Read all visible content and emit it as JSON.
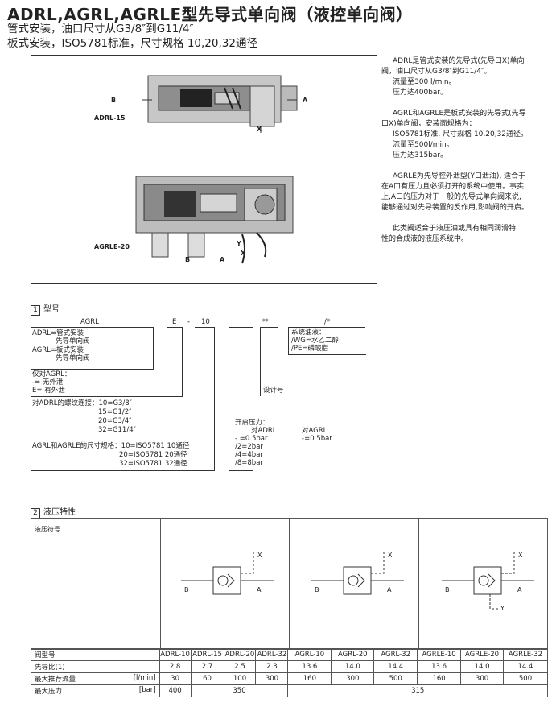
{
  "header": {
    "title": "ADRL,AGRL,AGRLE型先导式单向阀（液控单向阀）",
    "line1": "管式安装，油口尺寸从G3/8″到G11/4″",
    "line2": "板式安装，ISO5781标准，尺寸规格 10,20,32通径"
  },
  "figure": {
    "top_label": "ADRL-15",
    "bottom_label": "AGRLE-20",
    "port_b": "B",
    "port_a": "A",
    "port_x": "X",
    "port_y": "Y"
  },
  "description": {
    "p1": [
      "ADRL是管式安装的先导式(先导口X)单向",
      "阀，油口尺寸从G3/8″到G11/4″。",
      "流量至300 l/min。",
      "压力达400bar。"
    ],
    "p2": [
      "AGRL和AGRLE是板式安装的先导式(先导",
      "口X)单向阀，安装面规格为：",
      "ISO5781标准, 尺寸规格 10,20,32通径。",
      "流量至500l/min。",
      "压力达315bar。"
    ],
    "p3": [
      "AGRLE为先导腔外泄型(Y口泄油), 适合于",
      "在A口有压力且必须打开的系统中使用。事实",
      "上,A口的压力对于一般的先导式单向阀来说,",
      "能够通过对先导装置的反作用,影响阀的开启。"
    ],
    "p4": [
      "此类阀适合于液压油或具有相同润滑特",
      "性的合成液的液压系统中。"
    ]
  },
  "section1": {
    "num": "1",
    "title": "型号",
    "code_model": "AGRL",
    "code_e": "E",
    "code_dash": "-",
    "code_size": "10",
    "code_stars": "**",
    "code_slash": "/*",
    "model_lines": [
      "ADRL=管式安装",
      "先导单向阀",
      "AGRL=板式安装",
      "先导单向阀"
    ],
    "drain_lines": [
      "仅对AGRL：",
      "-= 无外泄",
      "E= 有外泄"
    ],
    "thread_lines": [
      "对ADRL的螺纹连接：10=G3/8″",
      "15=G1/2″",
      "20=G3/4″",
      "32=G11/4″"
    ],
    "size_lines": [
      "AGRL和AGRLE的尺寸规格：10=ISO5781 10通径",
      "20=ISO5781 20通径",
      "32=ISO5781 32通径"
    ],
    "seal_lines": [
      "系统油液：",
      "/WG=水乙二醇",
      "/PE=磷酸脂"
    ],
    "design_label": "设计号",
    "pressure_lines": [
      "开启压力：",
      "对ADRL",
      "对AGRL",
      "- =0.5bar",
      "-=0.5bar",
      "/2=2bar",
      "/4=4bar",
      "/8=8bar"
    ]
  },
  "section2": {
    "num": "2",
    "title": "液压特性",
    "symbol_label": "液压符号",
    "sym_b": "B",
    "sym_a": "A",
    "sym_x": "X",
    "sym_y": "Y",
    "row_labels": [
      "阀型号",
      "先导比(1)",
      "最大推荐流量",
      "最大压力"
    ],
    "unit_flow": "[l/min]",
    "unit_pressure": "[bar]",
    "models": [
      "ADRL-10",
      "ADRL-15",
      "ADRL-20",
      "ADRL-32",
      "AGRL-10",
      "AGRL-20",
      "AGRL-32",
      "AGRLE-10",
      "AGRLE-20",
      "AGRLE-32"
    ],
    "ratios": [
      "2.8",
      "2.7",
      "2.5",
      "2.3",
      "13.6",
      "14.0",
      "14.4",
      "13.6",
      "14.0",
      "14.4"
    ],
    "flows": [
      "30",
      "60",
      "100",
      "300",
      "160",
      "300",
      "500",
      "160",
      "300",
      "500"
    ],
    "pressures": [
      "400",
      "350",
      "315"
    ]
  }
}
